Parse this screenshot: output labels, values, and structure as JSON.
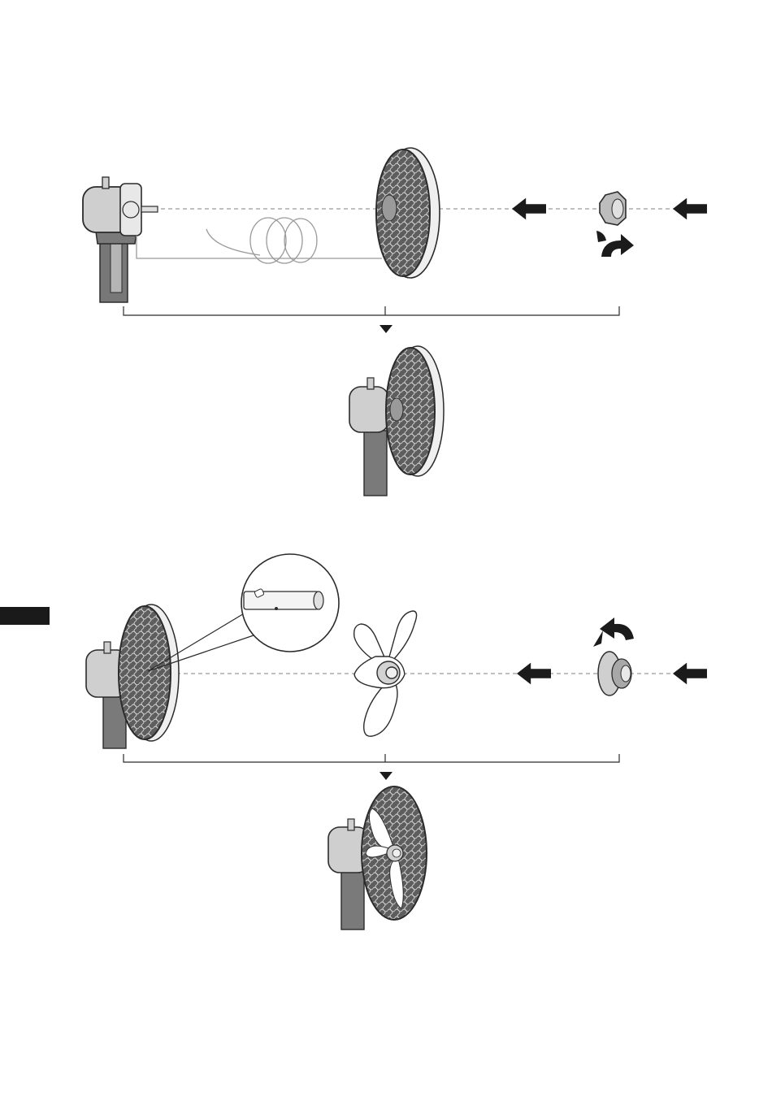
{
  "page": {
    "background": "#ffffff",
    "ink": "#2b2b2b",
    "mid_gray": "#8a8a8a",
    "light_gray": "#c8c8c8",
    "tab_color": "#1a1a1a"
  },
  "steps": [
    {
      "id": "attach-rear-grille",
      "parts": [
        "motor-housing",
        "mounting-ring",
        "rear-grille",
        "grille-nut"
      ],
      "icons": [
        "push-arrow-icon",
        "push-arrow-icon",
        "clockwise-rotate-icon",
        "down-triangle-icon"
      ]
    },
    {
      "id": "attach-blade",
      "parts": [
        "assembled-rear-grille",
        "shaft-detail",
        "fan-blade",
        "spinner-cap"
      ],
      "icons": [
        "push-arrow-icon",
        "push-arrow-icon",
        "counterclockwise-rotate-icon",
        "down-triangle-icon"
      ]
    }
  ]
}
